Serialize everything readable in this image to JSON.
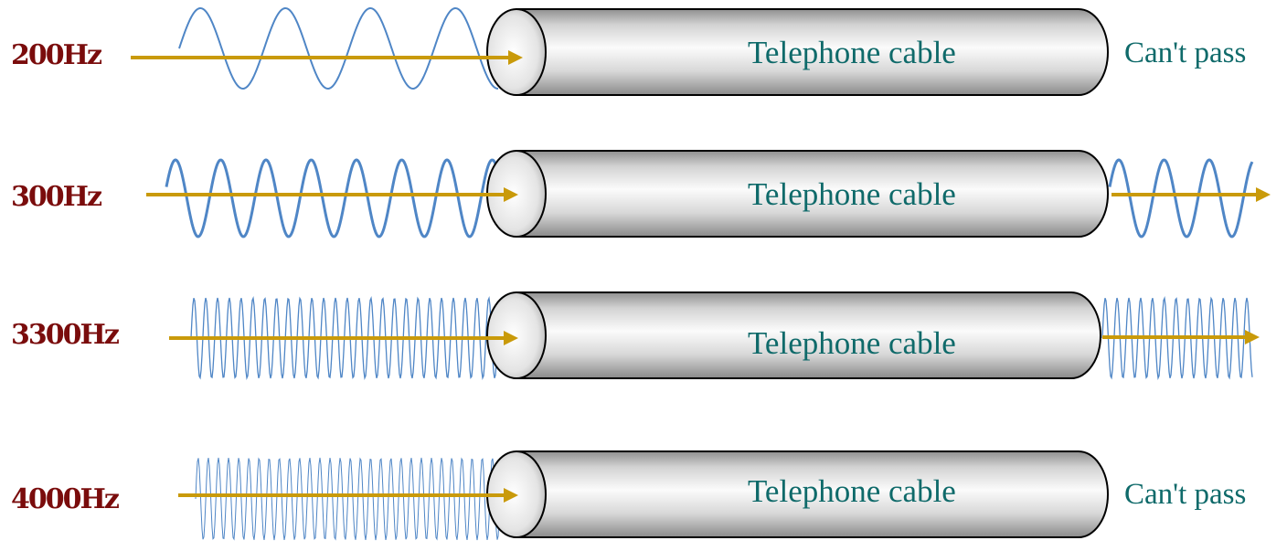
{
  "colors": {
    "wave": "#4f86c6",
    "arrow": "#c99a0a",
    "label": "#7a0c0c",
    "text": "#0f6a6a"
  },
  "rows": [
    {
      "frequency": "200Hz",
      "cable_label": "Telephone cable",
      "status": "Can't pass",
      "passes": false
    },
    {
      "frequency": "300Hz",
      "cable_label": "Telephone cable",
      "status": "",
      "passes": true
    },
    {
      "frequency": "3300Hz",
      "cable_label": "Telephone cable",
      "status": "",
      "passes": true
    },
    {
      "frequency": "4000Hz",
      "cable_label": "Telephone cable",
      "status": "Can't pass",
      "passes": false
    }
  ]
}
